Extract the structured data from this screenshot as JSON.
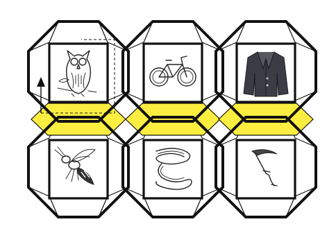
{
  "board": {
    "bridge_color": "#FCEE41",
    "outline_color": "#111111",
    "cards": [
      {
        "row": 0,
        "col": 0,
        "picture": "owl-icon"
      },
      {
        "row": 0,
        "col": 1,
        "picture": "bicycle-icon"
      },
      {
        "row": 0,
        "col": 2,
        "picture": "jacket-icon"
      },
      {
        "row": 1,
        "col": 0,
        "picture": "wasp-icon"
      },
      {
        "row": 1,
        "col": 1,
        "picture": "rope-icon"
      },
      {
        "row": 1,
        "col": 2,
        "picture": "scythe-icon"
      }
    ],
    "path_hint": {
      "start_card": "owl-icon",
      "direction": "up"
    }
  }
}
